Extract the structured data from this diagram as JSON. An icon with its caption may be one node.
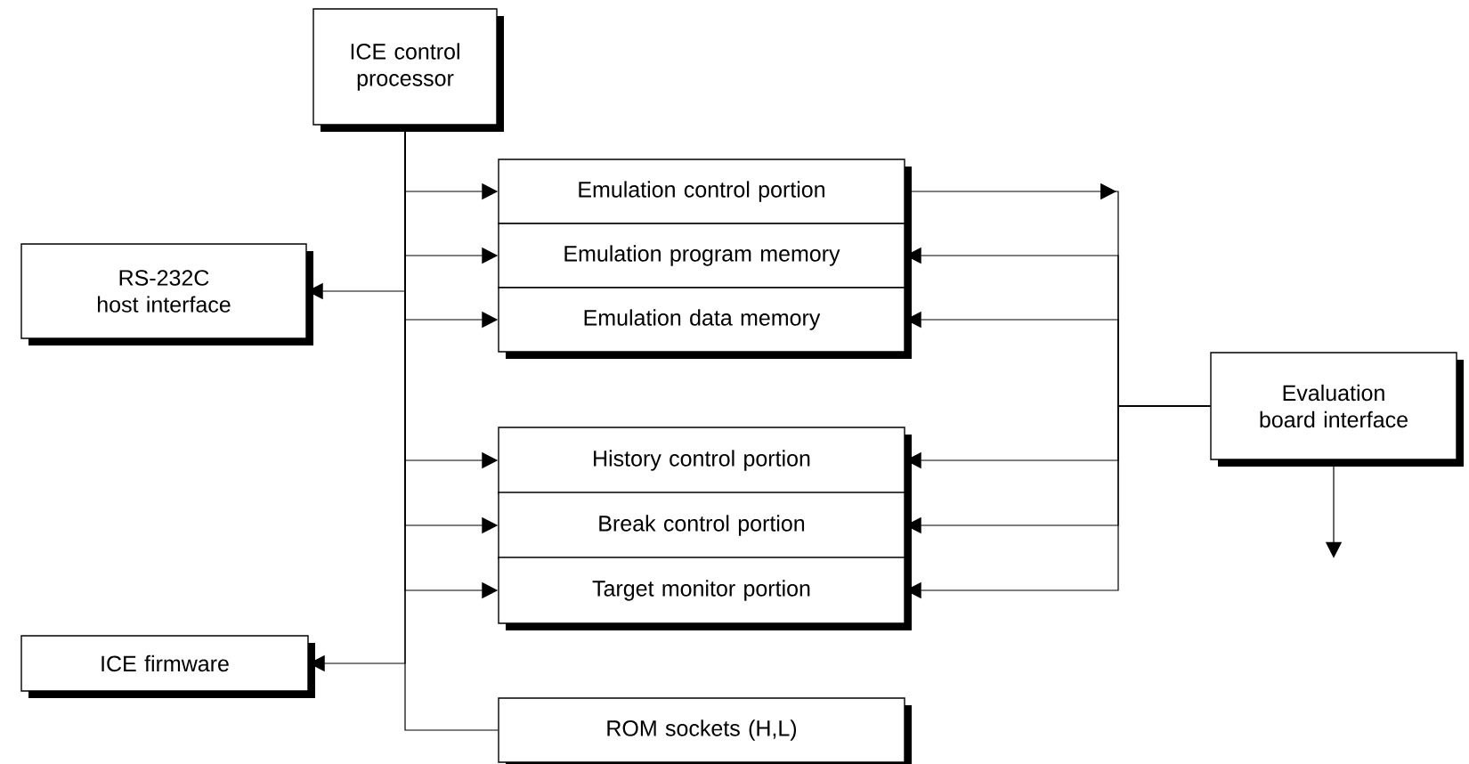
{
  "diagram": {
    "nodes": [
      {
        "text": [
          "ICE control processor"
        ]
      },
      {
        "text": [
          "RS-232C host interface"
        ]
      },
      {
        "text": [
          "Emulation control portion"
        ]
      },
      {
        "text": [
          "Emulation program memory"
        ]
      },
      {
        "text": [
          "Emulation data memory"
        ]
      },
      {
        "text": [
          "Evaluation board interface"
        ]
      },
      {
        "text": [
          "History control portion"
        ]
      },
      {
        "text": [
          "Break control portion"
        ]
      },
      {
        "text": [
          "Target monitor portion"
        ]
      },
      {
        "text": [
          "ICE firmware"
        ]
      },
      {
        "text": [
          "ROM sockets (H,L)"
        ]
      }
    ],
    "edges": [
      {
        "from": 0,
        "to": 2,
        "arrow": "to"
      },
      {
        "from": 0,
        "to": 3,
        "arrow": "to"
      },
      {
        "from": 0,
        "to": 1,
        "arrow": "to"
      },
      {
        "from": 0,
        "to": 4,
        "arrow": "to"
      },
      {
        "from": 0,
        "to": 6,
        "arrow": "to"
      },
      {
        "from": 0,
        "to": 7,
        "arrow": "to"
      },
      {
        "from": 0,
        "to": 8,
        "arrow": "to"
      },
      {
        "from": 0,
        "to": 9,
        "arrow": "to"
      },
      {
        "from": 0,
        "to": 10,
        "arrow": "none"
      },
      {
        "from": 2,
        "to": 5,
        "arrow": "to"
      },
      {
        "from": 5,
        "to": 3,
        "arrow": "to"
      },
      {
        "from": 5,
        "to": 4,
        "arrow": "to"
      },
      {
        "from": 5,
        "to": 6,
        "arrow": "to"
      },
      {
        "from": 5,
        "to": 7,
        "arrow": "to"
      },
      {
        "from": 5,
        "to": 8,
        "arrow": "to"
      },
      {
        "from": 5,
        "to": null,
        "arrow": "to"
      }
    ]
  }
}
